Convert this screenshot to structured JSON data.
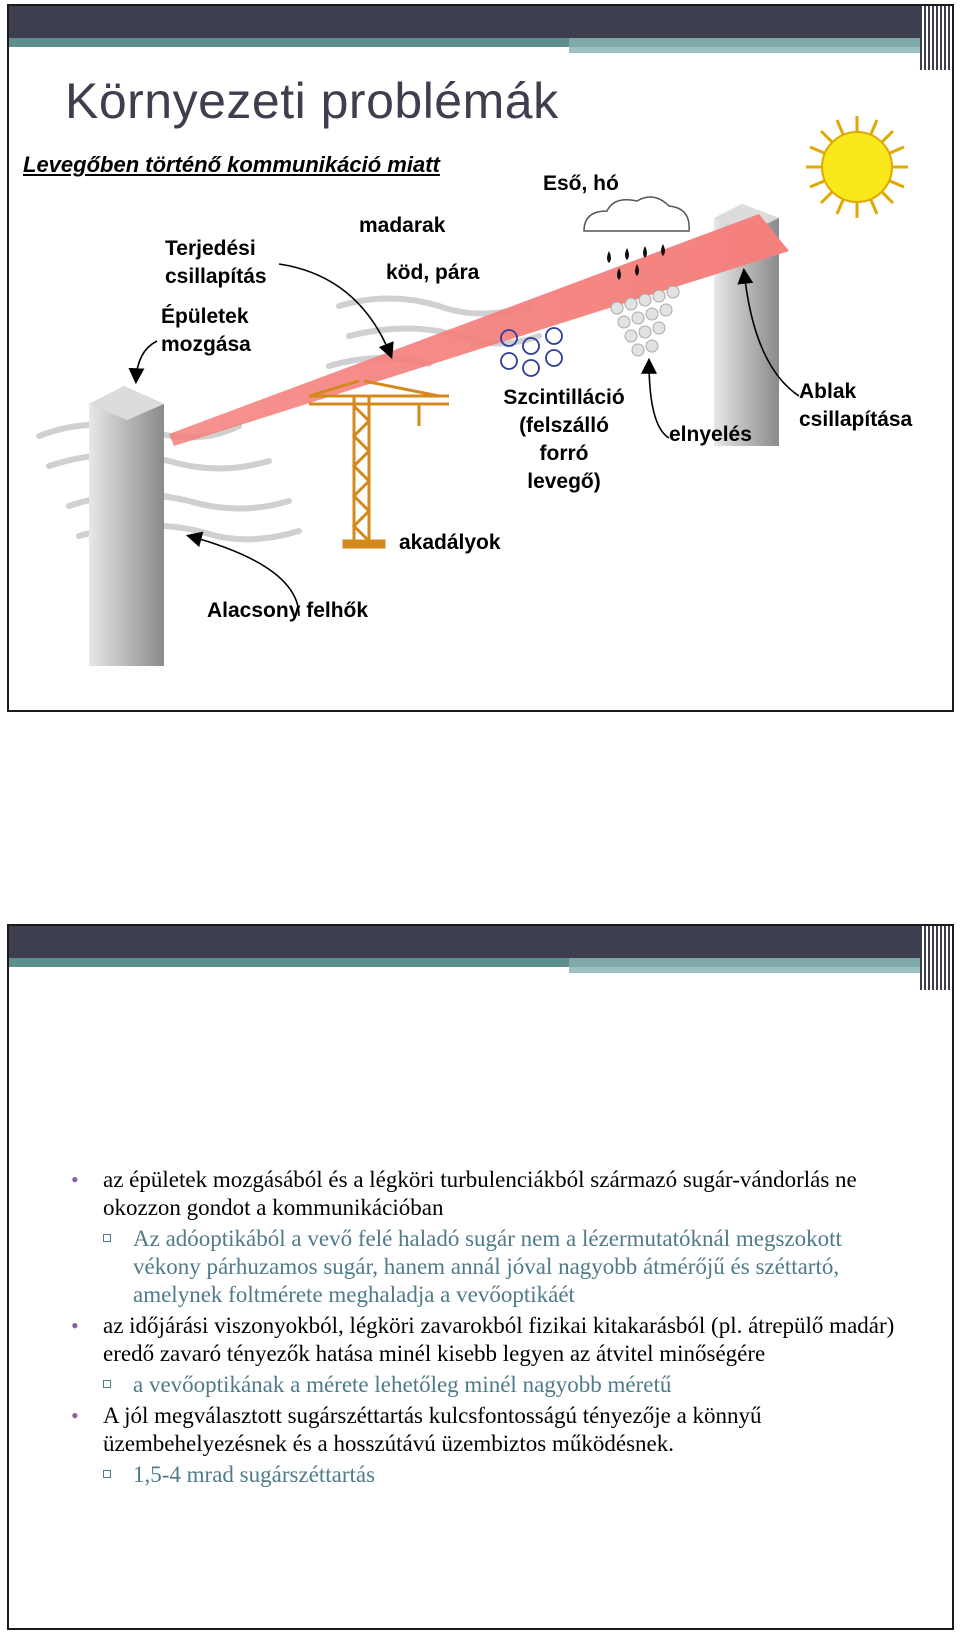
{
  "slide1": {
    "title": "Környezeti problémák",
    "subtitle": "Levegőben történő kommunikáció miatt",
    "labels": {
      "eso_ho": "Eső, hó",
      "madarak": "madarak",
      "terjedesi_1": "Terjedési",
      "terjedesi_2": "csillapítás",
      "kod_para": "köd, pára",
      "epuletek_1": "Épületek",
      "epuletek_2": "mozgása",
      "szcint_1": "Szcintilláció",
      "szcint_2": "(felszálló",
      "szcint_3": "forró",
      "szcint_4": "levegő)",
      "elnyeles": "elnyelés",
      "ablak_1": "Ablak",
      "ablak_2": "csillapítása",
      "akadalyok": "akadályok",
      "alacsony": "Alacsony felhők"
    },
    "colors": {
      "beam": "#f47f7c",
      "sun": "#f8e81c",
      "crane": "#d4891c",
      "building": "#c8c8c8",
      "bubbles": "#2d3d9a"
    }
  },
  "slide2": {
    "items": [
      {
        "level": 1,
        "text": "az épületek mozgásából és a légköri turbulenciákból származó sugár-vándorlás ne okozzon gondot a kommunikációban"
      },
      {
        "level": 2,
        "text": "Az adóoptikából a vevő felé haladó sugár nem a lézermutatóknál megszokott vékony párhuzamos sugár, hanem annál jóval nagyobb átmérőjű és széttartó, amelynek foltmérete meghaladja a vevőoptikáét"
      },
      {
        "level": 1,
        "text": "az időjárási viszonyokból, légköri zavarokból fizikai kitakarásból (pl. átrepülő madár) eredő zavaró tényezők hatása minél kisebb legyen az átvitel minőségére"
      },
      {
        "level": 2,
        "text": "a vevőoptikának a mérete lehetőleg minél nagyobb méretű"
      },
      {
        "level": 1,
        "text": "A jól megválasztott sugárszéttartás kulcsfontosságú tényezője a könnyű üzembehelyezésnek és a hosszútávú üzembiztos működésnek."
      },
      {
        "level": 2,
        "text": "1,5-4 mrad sugárszéttartás"
      }
    ]
  }
}
